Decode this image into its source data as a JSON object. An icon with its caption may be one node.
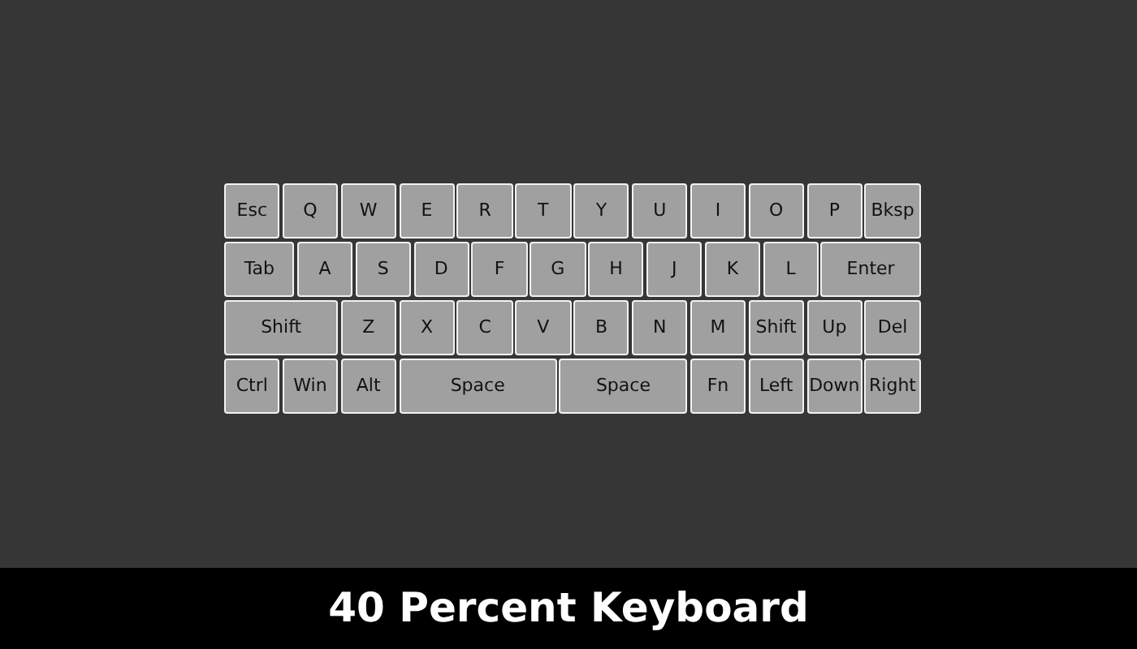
{
  "diagram": {
    "caption": "40 Percent Keyboard",
    "nodes": [
      {
        "text": [
          "Esc"
        ]
      },
      {
        "text": [
          "Q"
        ]
      },
      {
        "text": [
          "W"
        ]
      },
      {
        "text": [
          "E"
        ]
      },
      {
        "text": [
          "R"
        ]
      },
      {
        "text": [
          "T"
        ]
      },
      {
        "text": [
          "Y"
        ]
      },
      {
        "text": [
          "U"
        ]
      },
      {
        "text": [
          "I"
        ]
      },
      {
        "text": [
          "O"
        ]
      },
      {
        "text": [
          "P"
        ]
      },
      {
        "text": [
          "Bksp"
        ]
      },
      {
        "text": [
          "Tab"
        ]
      },
      {
        "text": [
          "A"
        ]
      },
      {
        "text": [
          "S"
        ]
      },
      {
        "text": [
          "D"
        ]
      },
      {
        "text": [
          "F"
        ]
      },
      {
        "text": [
          "G"
        ]
      },
      {
        "text": [
          "H"
        ]
      },
      {
        "text": [
          "J"
        ]
      },
      {
        "text": [
          "K"
        ]
      },
      {
        "text": [
          "L"
        ]
      },
      {
        "text": [
          "Enter"
        ]
      },
      {
        "text": [
          "Shift"
        ]
      },
      {
        "text": [
          "Z"
        ]
      },
      {
        "text": [
          "X"
        ]
      },
      {
        "text": [
          "C"
        ]
      },
      {
        "text": [
          "V"
        ]
      },
      {
        "text": [
          "B"
        ]
      },
      {
        "text": [
          "N"
        ]
      },
      {
        "text": [
          "M"
        ]
      },
      {
        "text": [
          "Shift"
        ]
      },
      {
        "text": [
          "Up"
        ]
      },
      {
        "text": [
          "Del"
        ]
      },
      {
        "text": [
          "Ctrl"
        ]
      },
      {
        "text": [
          "Win"
        ]
      },
      {
        "text": [
          "Alt"
        ]
      },
      {
        "text": [
          "Space"
        ]
      },
      {
        "text": [
          "Space"
        ]
      },
      {
        "text": [
          "Fn"
        ]
      },
      {
        "text": [
          "Left"
        ]
      },
      {
        "text": [
          "Down"
        ]
      },
      {
        "text": [
          "Right"
        ]
      }
    ]
  }
}
